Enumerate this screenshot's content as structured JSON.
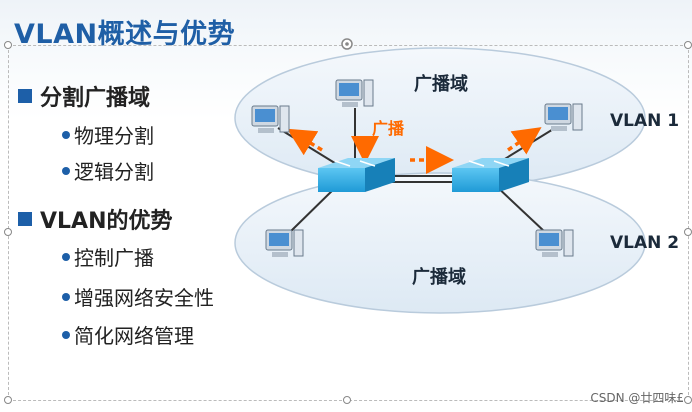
{
  "slide": {
    "title": "VLAN概述与优势",
    "bullets": [
      {
        "text": "分割广播域",
        "sub": [
          "物理分割",
          "逻辑分割"
        ]
      },
      {
        "text": "VLAN的优势",
        "sub": [
          "控制广播",
          "增强网络安全性",
          "简化网络管理"
        ]
      }
    ]
  },
  "diagram": {
    "upper_domain_label": "广播域",
    "lower_domain_label": "广播域",
    "vlan1_label": "VLAN 1",
    "vlan2_label": "VLAN 2",
    "broadcast_label": "广播",
    "ellipse_fill": "#e9f1f8",
    "ellipse_stroke": "#b9cbdc",
    "switch_color": "#1f9ad6",
    "broadcast_color": "#ff6a00"
  },
  "watermark": "CSDN @廿四味£"
}
